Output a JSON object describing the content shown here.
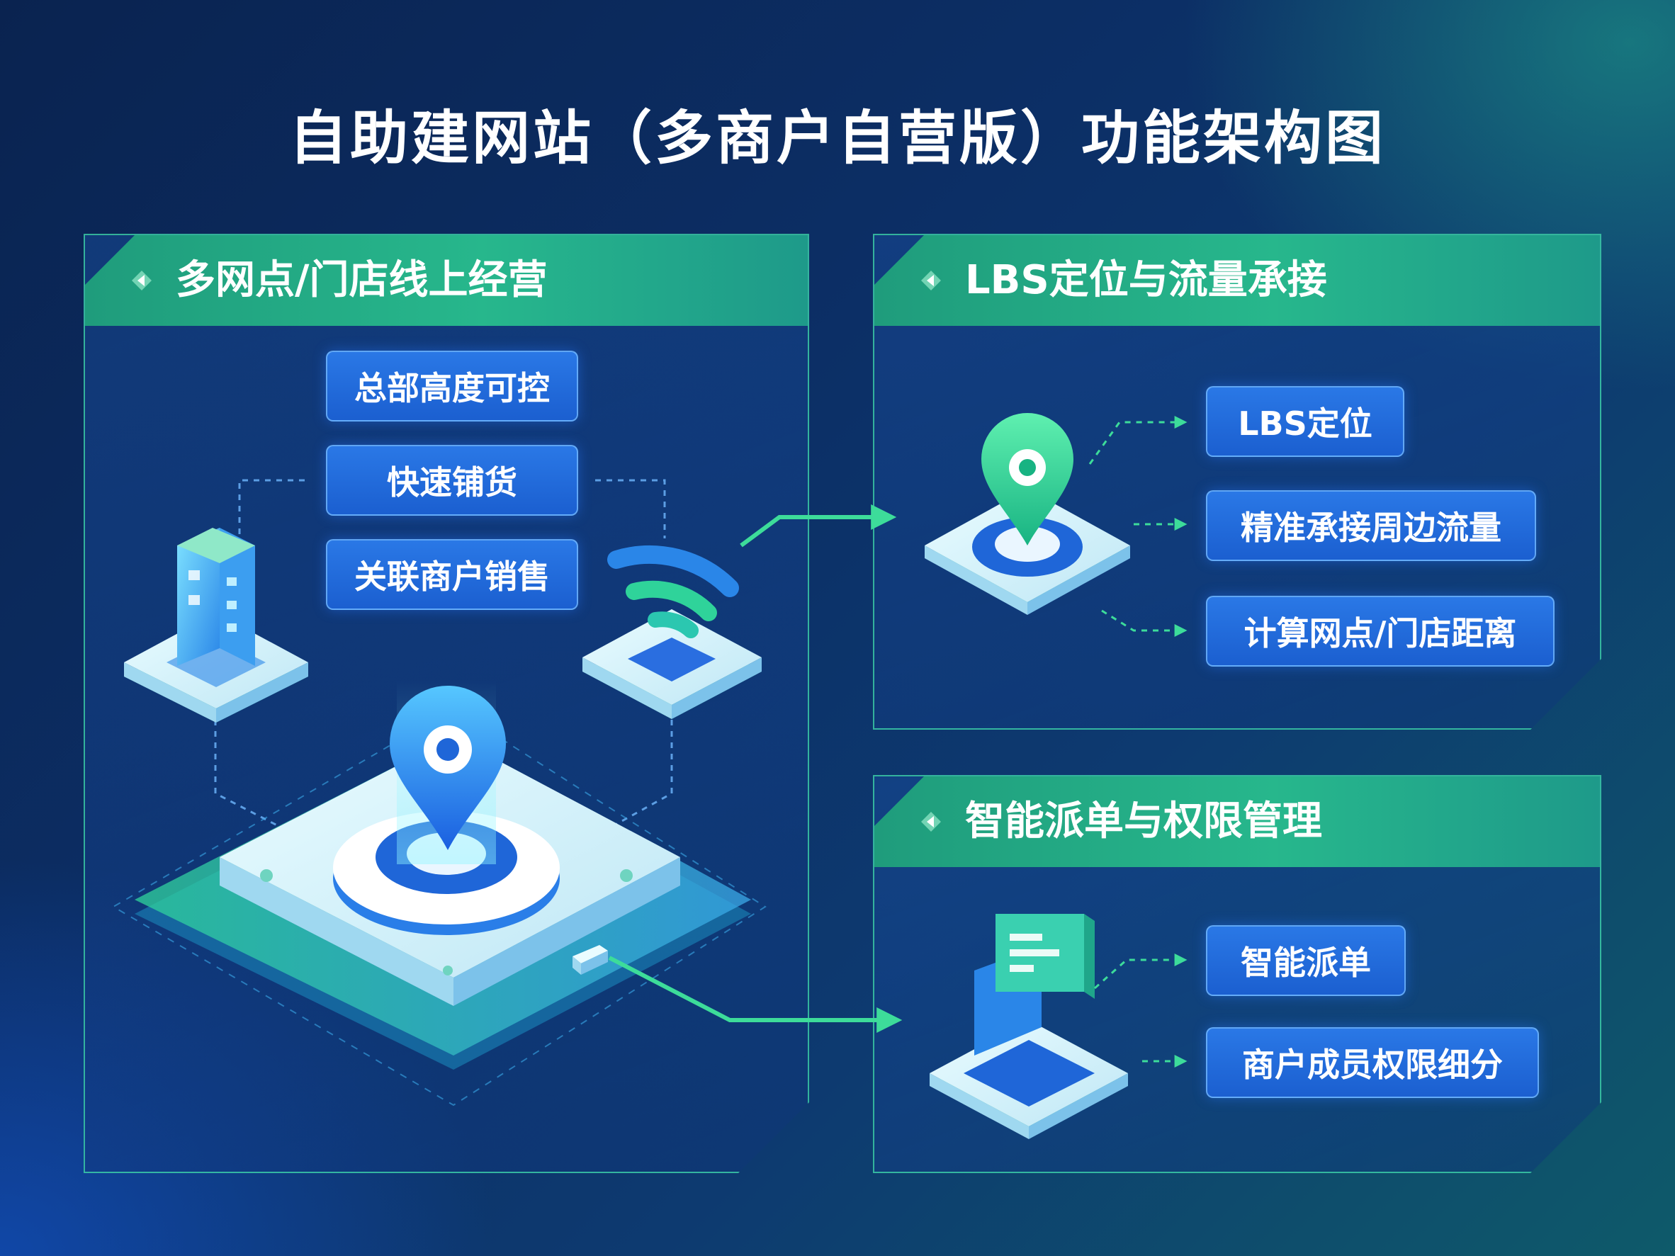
{
  "title": "自助建网站（多商户自营版）功能架构图",
  "panels": {
    "left": {
      "title": "多网点/门店线上经营",
      "features": [
        "总部高度可控",
        "快速铺货",
        "关联商户销售"
      ]
    },
    "top_right": {
      "title": "LBS定位与流量承接",
      "features": [
        "LBS定位",
        "精准承接周边流量",
        "计算网点/门店距离"
      ]
    },
    "bottom_right": {
      "title": "智能派单与权限管理",
      "features": [
        "智能派单",
        "商户成员权限细分"
      ]
    }
  },
  "colors": {
    "accent_green": "#3ddc9a",
    "pill_blue": "#1f66d8",
    "header_green": "#27b78c"
  },
  "icons": [
    "building-icon",
    "wifi-signal-icon",
    "location-pin-icon",
    "message-chat-icon"
  ]
}
